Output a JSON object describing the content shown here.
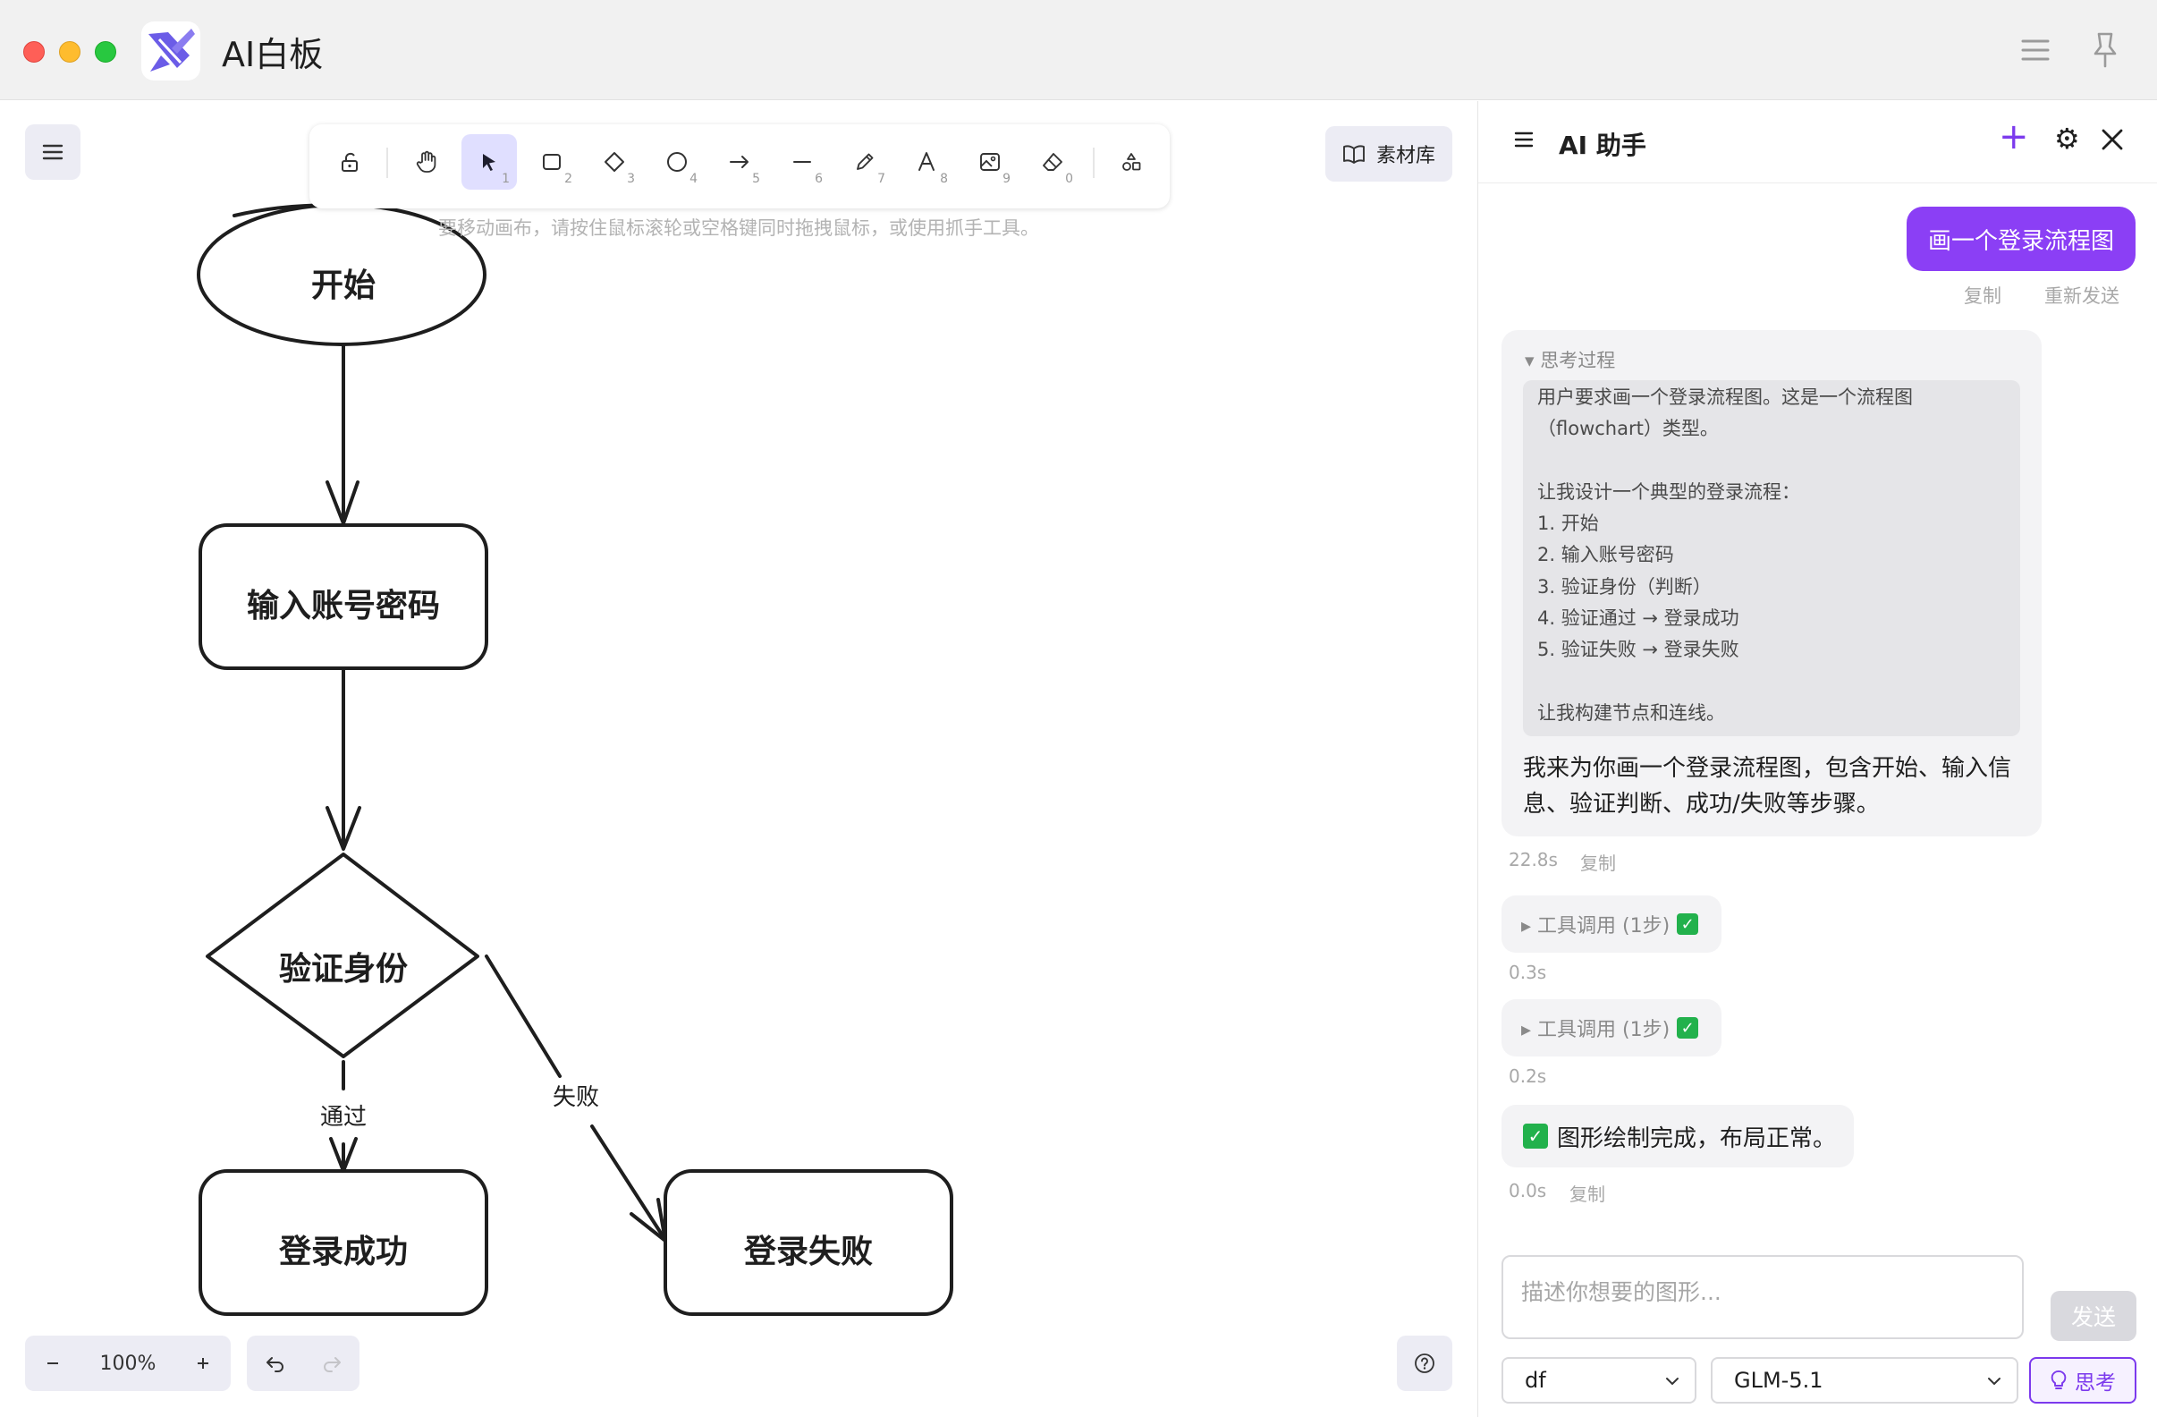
{
  "window": {
    "title": "AI白板"
  },
  "toolbar": {
    "tools": [
      {
        "name": "lock",
        "num": ""
      },
      {
        "name": "hand",
        "num": ""
      },
      {
        "name": "selection",
        "num": "1"
      },
      {
        "name": "rectangle",
        "num": "2"
      },
      {
        "name": "diamond",
        "num": "3"
      },
      {
        "name": "ellipse",
        "num": "4"
      },
      {
        "name": "arrow",
        "num": "5"
      },
      {
        "name": "line",
        "num": "6"
      },
      {
        "name": "draw",
        "num": "7"
      },
      {
        "name": "text",
        "num": "8"
      },
      {
        "name": "image",
        "num": "9"
      },
      {
        "name": "eraser",
        "num": "0"
      },
      {
        "name": "extra-tools",
        "num": ""
      }
    ],
    "hint": "要移动画布，请按住鼠标滚轮或空格键同时拖拽鼠标，或使用抓手工具。",
    "library_label": "素材库"
  },
  "canvas": {
    "zoom": "100%",
    "nodes": {
      "start": "开始",
      "input": "输入账号密码",
      "verify": "验证身份",
      "success": "登录成功",
      "fail": "登录失败"
    },
    "edges": {
      "pass": "通过",
      "fail": "失败"
    }
  },
  "panel": {
    "title": "AI 助手",
    "user_message": "画一个登录流程图",
    "user_actions": {
      "copy": "复制",
      "resend": "重新发送"
    },
    "thinking_title": "▾ 思考过程",
    "thinking_lines": [
      "用户要求画一个登录流程图。这是一个流程图",
      "（flowchart）类型。",
      "",
      "让我设计一个典型的登录流程：",
      "1. 开始",
      "2. 输入账号密码",
      "3. 验证身份（判断）",
      "4. 验证通过 → 登录成功",
      "5. 验证失败 → 登录失败",
      "",
      "让我构建节点和连线。"
    ],
    "reply": "我来为你画一个登录流程图，包含开始、输入信息、验证判断、成功/失败等步骤。",
    "reply_time": "22.8s",
    "copy": "复制",
    "tool_call_1": "▸ 工具调用 (1步)",
    "tool_call_1_time": "0.3s",
    "tool_call_2": "▸ 工具调用 (1步)",
    "tool_call_2_time": "0.2s",
    "done_text": "图形绘制完成，布局正常。",
    "done_time": "0.0s",
    "input_placeholder": "描述你想要的图形...",
    "send_label": "发送",
    "provider_value": "df",
    "model_value": "GLM-5.1",
    "think_label": "思考"
  },
  "colors": {
    "accent": "#8b3ff5",
    "tool_active": "#e0dfff"
  }
}
